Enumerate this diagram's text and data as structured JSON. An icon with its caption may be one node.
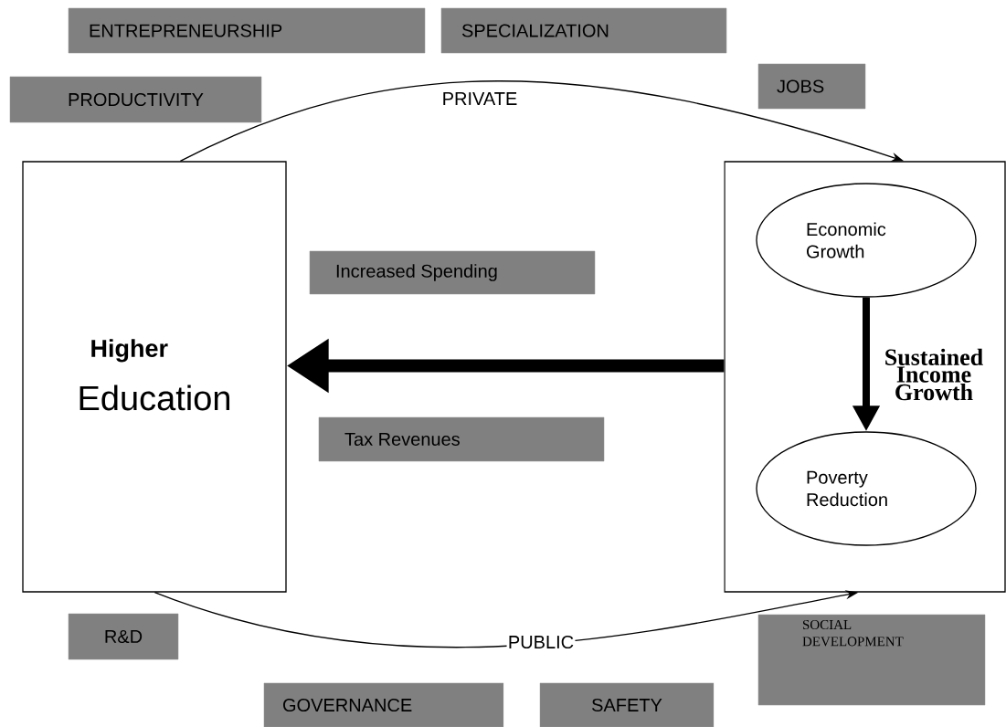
{
  "diagram": {
    "nodes": [
      {
        "text": [
          "ENTREPRENEURSHIP"
        ]
      },
      {
        "text": [
          "SPECIALIZATION"
        ]
      },
      {
        "text": [
          "PRODUCTIVITY"
        ]
      },
      {
        "text": [
          "JOBS"
        ]
      },
      {
        "text": [
          "Higher",
          "Education"
        ]
      },
      {
        "text": [],
        "shape": "box"
      },
      {
        "text": [
          "Economic Growth"
        ],
        "in": 5
      },
      {
        "text": [
          "Increased Spending"
        ]
      },
      {
        "text": [
          "Poverty Reduction"
        ],
        "in": 5
      },
      {
        "text": [
          "Tax Revenues"
        ]
      },
      {
        "text": [
          "R&D"
        ]
      },
      {
        "text": [
          "SOCIAL DEVELOPMENT"
        ]
      },
      {
        "text": [
          "GOVERNANCE"
        ]
      },
      {
        "text": [
          "SAFETY"
        ]
      }
    ],
    "edges": [
      {
        "from": 4,
        "to": 5,
        "arrow": "to",
        "label": "PRIVATE"
      },
      {
        "from": 5,
        "to": 4,
        "arrow": "to",
        "style": "thick"
      },
      {
        "from": 6,
        "to": 8,
        "arrow": "to",
        "style": "thick",
        "label": "Sustained Income Growth"
      },
      {
        "from": 4,
        "to": 5,
        "arrow": "to",
        "label": "PUBLIC"
      }
    ]
  }
}
